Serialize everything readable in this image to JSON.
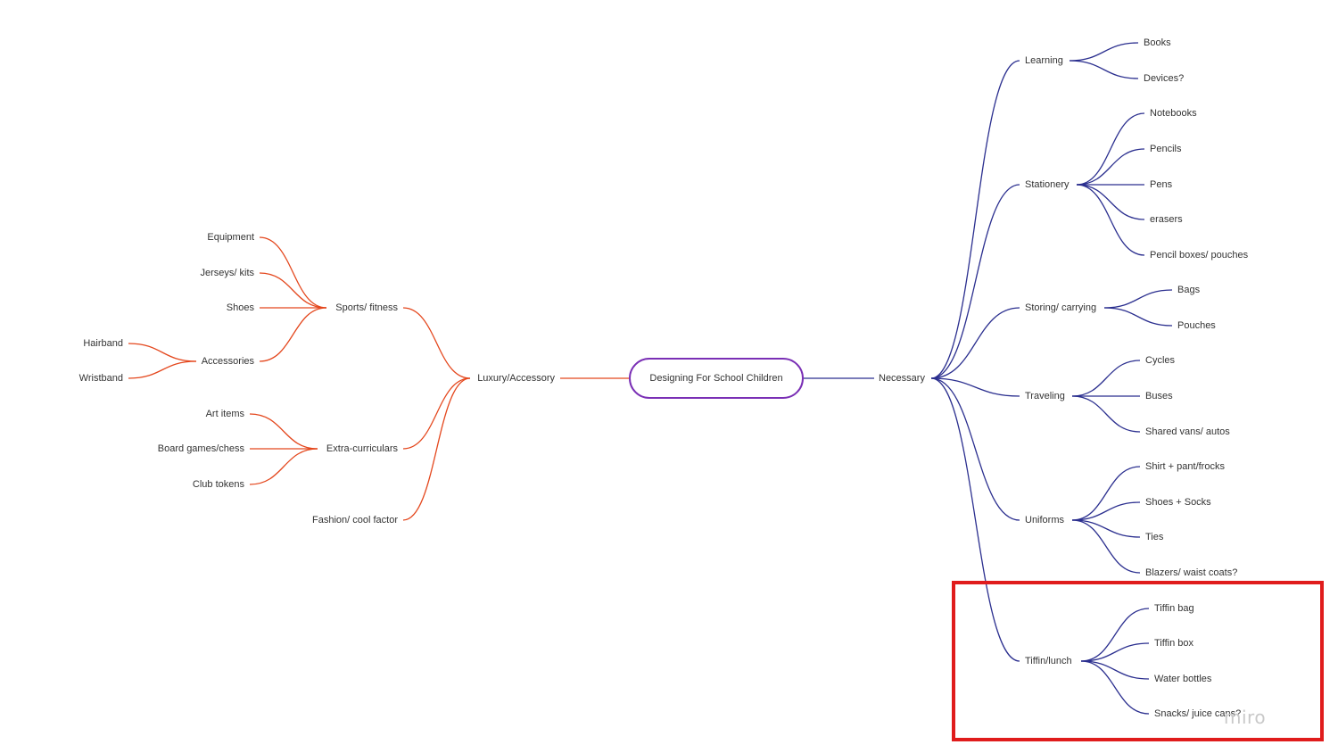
{
  "center": {
    "label": "Designing For School Children"
  },
  "colors": {
    "left_branch": "#e4471d",
    "right_branch": "#2b2f8f",
    "center_border": "#7a2fb5",
    "highlight": "#e01c1c"
  },
  "left": {
    "label": "Luxury/Accessory",
    "children": [
      {
        "label": "Sports/ fitness",
        "children": [
          "Equipment",
          "Jerseys/ kits",
          "Shoes",
          "Accessories"
        ],
        "accessories_children": [
          "Hairband",
          "Wristband"
        ]
      },
      {
        "label": "Extra-curriculars",
        "children": [
          "Art items",
          "Board games/chess",
          "Club tokens"
        ]
      },
      {
        "label": "Fashion/ cool factor",
        "children": []
      }
    ]
  },
  "right": {
    "label": "Necessary",
    "children": [
      {
        "label": "Learning",
        "children": [
          "Books",
          "Devices?"
        ]
      },
      {
        "label": "Stationery",
        "children": [
          "Notebooks",
          "Pencils",
          "Pens",
          "erasers",
          "Pencil boxes/ pouches"
        ]
      },
      {
        "label": "Storing/ carrying",
        "children": [
          "Bags",
          "Pouches"
        ]
      },
      {
        "label": "Traveling",
        "children": [
          "Cycles",
          "Buses",
          "Shared vans/ autos"
        ]
      },
      {
        "label": "Uniforms",
        "children": [
          "Shirt + pant/frocks",
          "Shoes + Socks",
          "Ties",
          "Blazers/ waist coats?"
        ]
      },
      {
        "label": "Tiffin/lunch",
        "children": [
          "Tiffin bag",
          "Tiffin box",
          "Water bottles",
          "Snacks/ juice cans?"
        ]
      }
    ]
  },
  "watermark": "miro"
}
